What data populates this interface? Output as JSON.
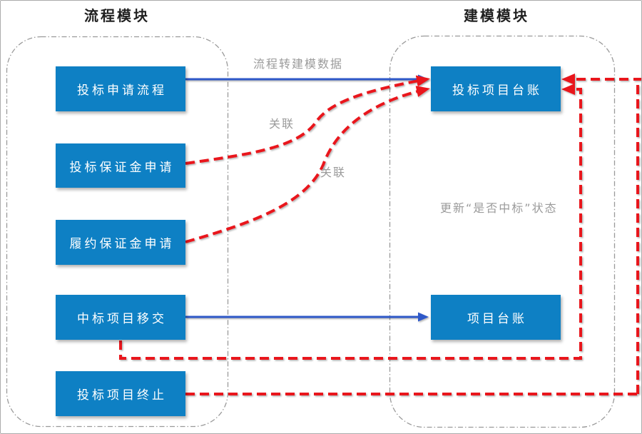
{
  "diagram": {
    "modules": {
      "process": {
        "title": "流程模块",
        "boxes": [
          {
            "label": "投标申请流程"
          },
          {
            "label": "投标保证金申请"
          },
          {
            "label": "履约保证金申请"
          },
          {
            "label": "中标项目移交"
          },
          {
            "label": "投标项目终止"
          }
        ]
      },
      "modeling": {
        "title": "建模模块",
        "boxes": [
          {
            "label": "投标项目台账"
          },
          {
            "label": "项目台账"
          }
        ]
      }
    },
    "edge_labels": {
      "process_to_model": "流程转建模数据",
      "assoc_bid_bond": "关联",
      "assoc_performance_bond": "关联",
      "update_status": "更新“是否中标”状态"
    },
    "colors": {
      "node_fill": "#0E80C4",
      "node_text": "#FFFFFF",
      "solid_arrow": "#2E58C8",
      "dashed_arrow": "#E9141D",
      "container_border": "#9A9A9A",
      "edge_label_text": "#9B9B9B",
      "title_text": "#1F1F1F",
      "canvas_border": "#ABABAB"
    }
  }
}
